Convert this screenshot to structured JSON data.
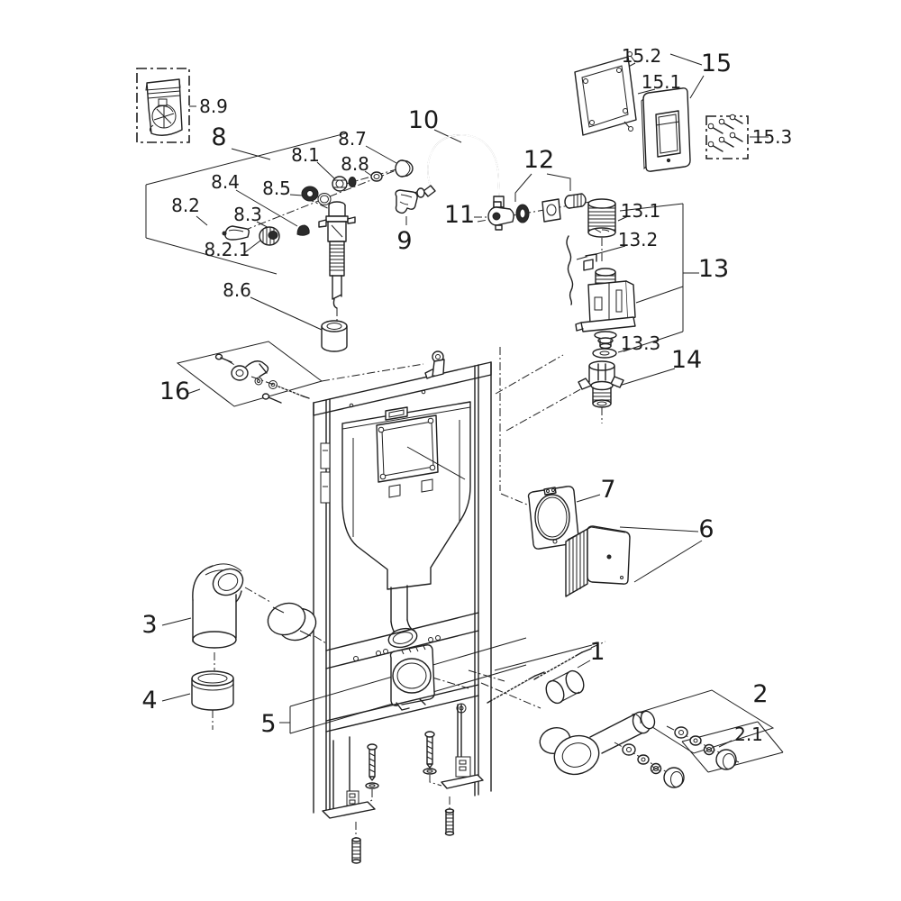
{
  "diagram": {
    "kind": "exploded-parts-diagram",
    "background_color": "#ffffff",
    "line_color": "#1f1f1f",
    "labels": {
      "n1": "1",
      "n2": "2",
      "n2_1": "2.1",
      "n3": "3",
      "n4": "4",
      "n5": "5",
      "n6": "6",
      "n7": "7",
      "n8": "8",
      "n8_1": "8.1",
      "n8_2": "8.2",
      "n8_2_1": "8.2.1",
      "n8_3": "8.3",
      "n8_4": "8.4",
      "n8_5": "8.5",
      "n8_6": "8.6",
      "n8_7": "8.7",
      "n8_8": "8.8",
      "n8_9": "8.9",
      "n9": "9",
      "n10": "10",
      "n11": "11",
      "n12": "12",
      "n13": "13",
      "n13_1": "13.1",
      "n13_2": "13.2",
      "n13_3": "13.3",
      "n14": "14",
      "n15": "15",
      "n15_1": "15.1",
      "n15_2": "15.2",
      "n15_3": "15.3",
      "n16": "16"
    }
  }
}
